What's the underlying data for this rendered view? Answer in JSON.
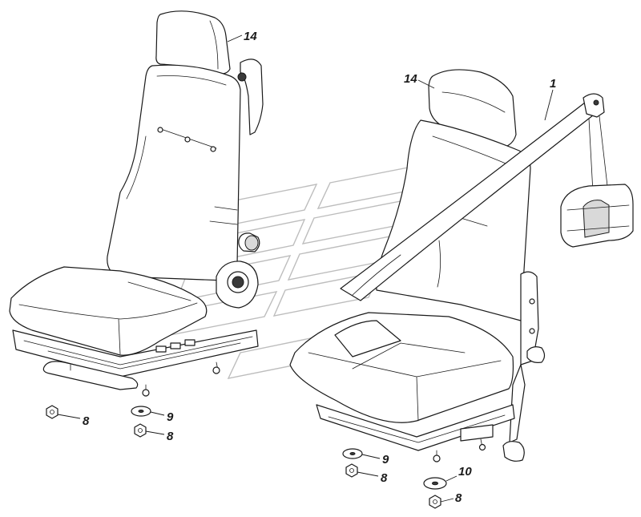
{
  "callouts": {
    "headrest_left": "14",
    "headrest_right": "14",
    "seat_belt": "1",
    "nut_left_a": "8",
    "washer_left": "9",
    "nut_left_b": "8",
    "washer_right": "9",
    "nut_right_a": "8",
    "washer_right_large": "10",
    "nut_right_b": "8"
  }
}
